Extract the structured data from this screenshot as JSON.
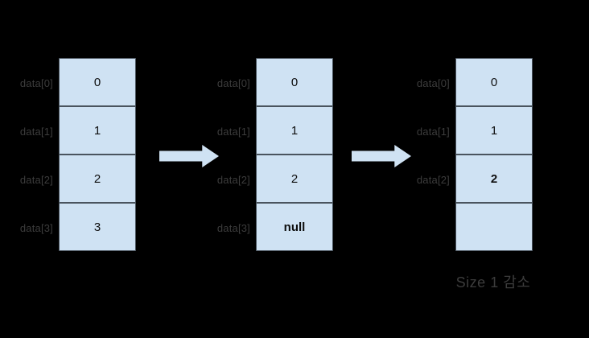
{
  "diagram": {
    "caption": "Size 1 감소",
    "stages": [
      {
        "labels": [
          "data[0]",
          "data[1]",
          "data[2]",
          "data[3]"
        ],
        "cells": [
          {
            "value": "0",
            "bold": false
          },
          {
            "value": "1",
            "bold": false
          },
          {
            "value": "2",
            "bold": false
          },
          {
            "value": "3",
            "bold": false
          }
        ]
      },
      {
        "labels": [
          "data[0]",
          "data[1]",
          "data[2]",
          "data[3]"
        ],
        "cells": [
          {
            "value": "0",
            "bold": false
          },
          {
            "value": "1",
            "bold": false
          },
          {
            "value": "2",
            "bold": false
          },
          {
            "value": "null",
            "bold": true
          }
        ]
      },
      {
        "labels": [
          "data[0]",
          "data[1]",
          "data[2]"
        ],
        "cells": [
          {
            "value": "0",
            "bold": false
          },
          {
            "value": "1",
            "bold": false
          },
          {
            "value": "2",
            "bold": true
          },
          {
            "value": "",
            "bold": false
          }
        ]
      }
    ]
  },
  "colors": {
    "background": "#000000",
    "cell_fill": "#cfe2f3",
    "cell_border": "#4a545e",
    "value_text": "#0d0d0d",
    "label_text": "#3c3c3c",
    "arrow_fill": "#cfe2f3"
  }
}
